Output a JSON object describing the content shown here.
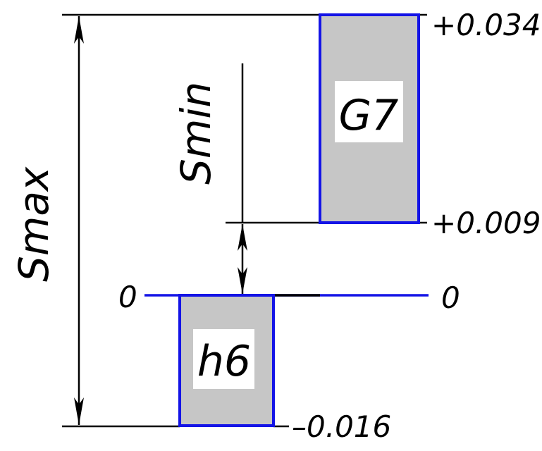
{
  "colors": {
    "zone_fill": "#c6c6c6",
    "zone_stroke": "#1414e6",
    "zero_line": "#1414e6",
    "dimension_line": "#000000",
    "label_bg": "#ffffff"
  },
  "hole_zone": {
    "label": "G7",
    "upper_deviation": "+0.034",
    "lower_deviation": "+0.009"
  },
  "shaft_zone": {
    "label": "h6",
    "upper_deviation": "0",
    "lower_deviation": "–0.016"
  },
  "zero_line": {
    "left_label": "0",
    "right_label": "0"
  },
  "dimensions": {
    "smax_label": "Smax",
    "smin_label": "Smin"
  }
}
